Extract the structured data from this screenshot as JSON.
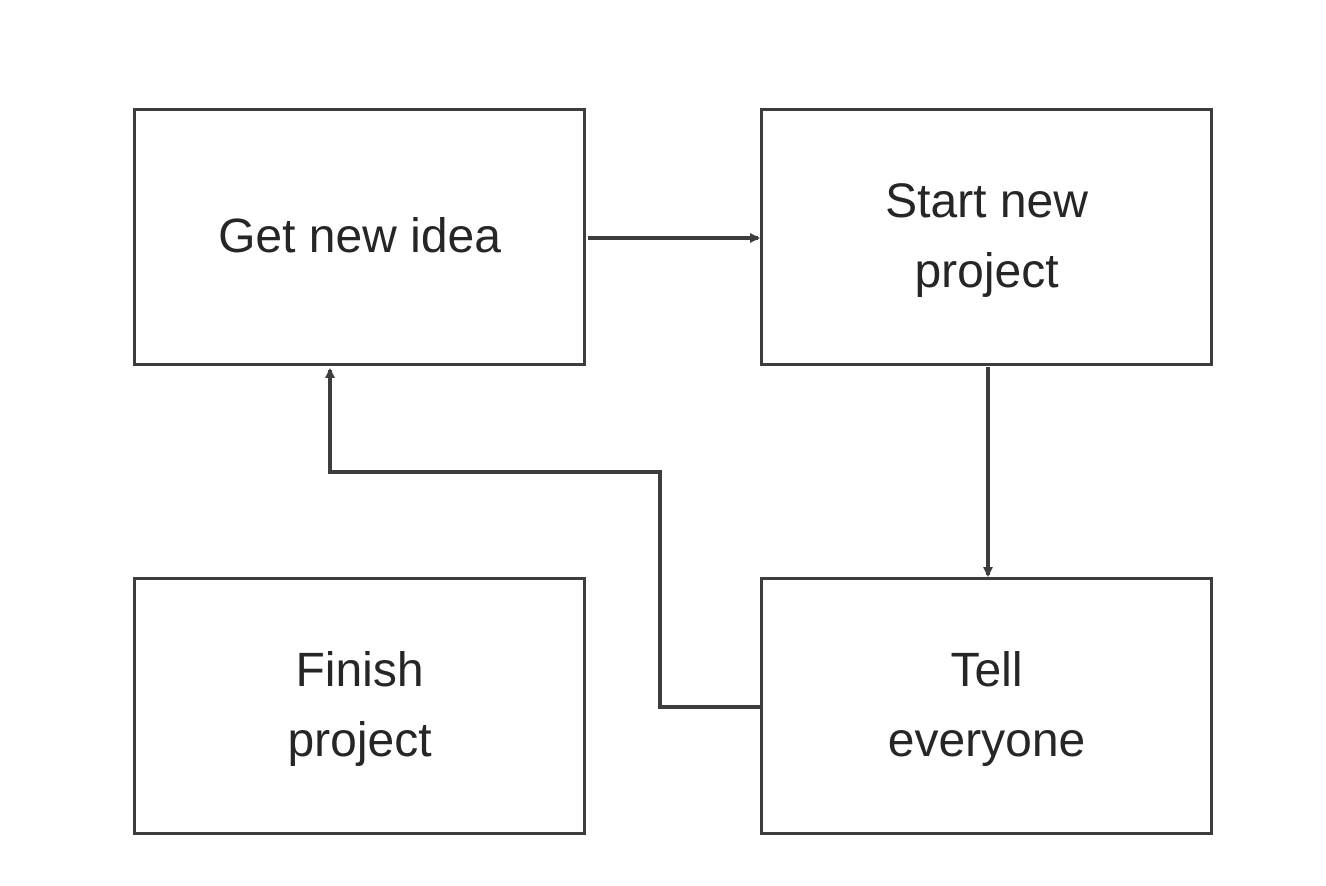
{
  "diagram": {
    "colors": {
      "stroke": "#3d3d3d",
      "text": "#262626",
      "background": "#ffffff"
    },
    "nodes": {
      "get_new_idea": {
        "label": "Get new idea"
      },
      "start_new_project": {
        "label": "Start new\nproject"
      },
      "finish_project": {
        "label": "Finish\nproject"
      },
      "tell_everyone": {
        "label": "Tell\neveryone"
      }
    },
    "edges": [
      {
        "from": "get_new_idea",
        "to": "start_new_project"
      },
      {
        "from": "start_new_project",
        "to": "tell_everyone"
      },
      {
        "from": "tell_everyone",
        "to": "get_new_idea"
      }
    ]
  }
}
